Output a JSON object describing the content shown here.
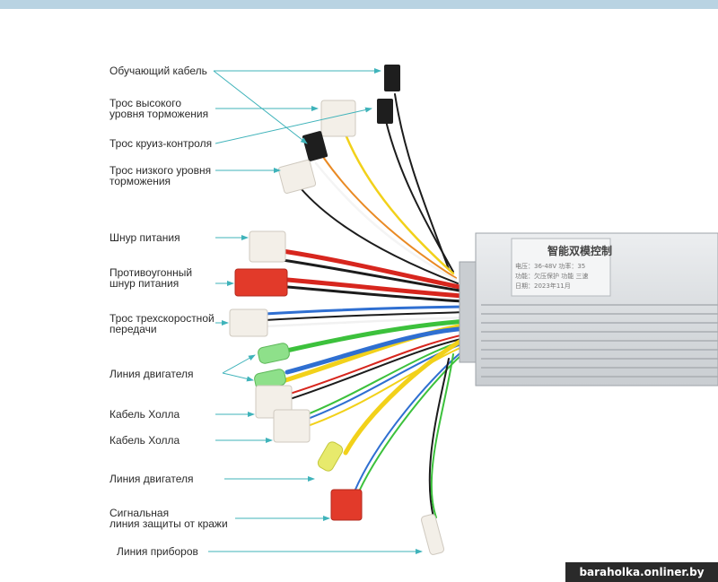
{
  "labels": {
    "learn_cable": "Обучающий кабель",
    "high_brake": "Трос высокого\nуровня торможения",
    "cruise": "Трос круиз-контроля",
    "low_brake": "Трос низкого уровня\nторможения",
    "power_cord": "Шнур питания",
    "antitheft_power": "Противоугонный\nшнур питания",
    "three_speed": "Трос трехскоростной\nпередачи",
    "motor_line_1": "Линия двигателя",
    "hall_1": "Кабель Холла",
    "hall_2": "Кабель Холла",
    "motor_line_2": "Линия двигателя",
    "alarm_signal": "Сигнальная\nлиния защиты от кражи",
    "instrument_line": "Линия приборов"
  },
  "controller": {
    "title": "智能双模控制",
    "row1": "电压：36-48V    功率：35",
    "row2": "功能：欠压保护  功能  三速",
    "row3": "日期：2023年11月"
  },
  "watermark": "baraholka.onliner.by",
  "colors": {
    "arrow": "#3fb3ba",
    "label": "#2b2b2b",
    "controller": "#d9dcdf"
  }
}
